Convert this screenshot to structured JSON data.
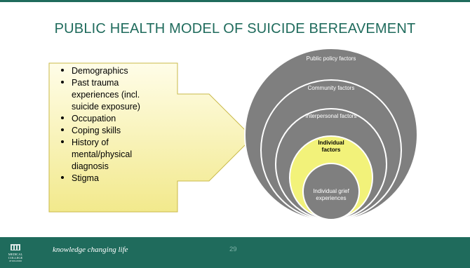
{
  "slide": {
    "title": "PUBLIC HEALTH MODEL OF SUICIDE BEREAVEMENT",
    "bullets": [
      {
        "lines": [
          "Demographics"
        ]
      },
      {
        "lines": [
          "Past trauma",
          "experiences (incl.",
          "suicide exposure)"
        ]
      },
      {
        "lines": [
          "Occupation"
        ]
      },
      {
        "lines": [
          "Coping skills"
        ]
      },
      {
        "lines": [
          "History of",
          "mental/physical",
          "diagnosis"
        ]
      },
      {
        "lines": [
          "Stigma"
        ]
      }
    ],
    "rings": {
      "public_policy": "Public policy factors",
      "community": "Community factors",
      "interpersonal": "Interpersonal factors",
      "individual": [
        "Individual",
        "factors"
      ],
      "grief": [
        "Individual grief",
        "experiences"
      ]
    }
  },
  "footer": {
    "logo_text": [
      "MEDICAL",
      "COLLEGE",
      "OF WISCONSIN"
    ],
    "tagline": "knowledge changing life",
    "page_number": "29"
  },
  "colors": {
    "brand_green": "#1f6b5c",
    "ring_gray": "#7f7f7f",
    "highlight_yellow": "#f2f27a",
    "arrow_fill_light": "#fffde8",
    "arrow_fill_dark": "#f2e98c"
  }
}
